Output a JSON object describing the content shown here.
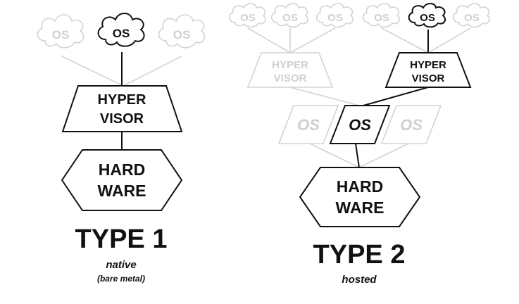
{
  "type1": {
    "guest_os_labels": [
      "OS",
      "OS",
      "OS"
    ],
    "hypervisor_line1": "HYPER",
    "hypervisor_line2": "VISOR",
    "hardware_line1": "HARD",
    "hardware_line2": "WARE",
    "title": "TYPE 1",
    "subtitle": "native",
    "subtitle2": "(bare metal)"
  },
  "type2": {
    "guest_os_labels": [
      "OS",
      "OS",
      "OS",
      "OS",
      "OS",
      "OS"
    ],
    "hypervisor_left_line1": "HYPER",
    "hypervisor_left_line2": "VISOR",
    "hypervisor_right_line1": "HYPER",
    "hypervisor_right_line2": "VISOR",
    "host_os_labels": [
      "OS",
      "OS",
      "OS"
    ],
    "hardware_line1": "HARD",
    "hardware_line2": "WARE",
    "title": "TYPE 2",
    "subtitle": "hosted"
  },
  "colors": {
    "active": "#111111",
    "inactive": "#d3d3d3",
    "background": "#ffffff"
  }
}
